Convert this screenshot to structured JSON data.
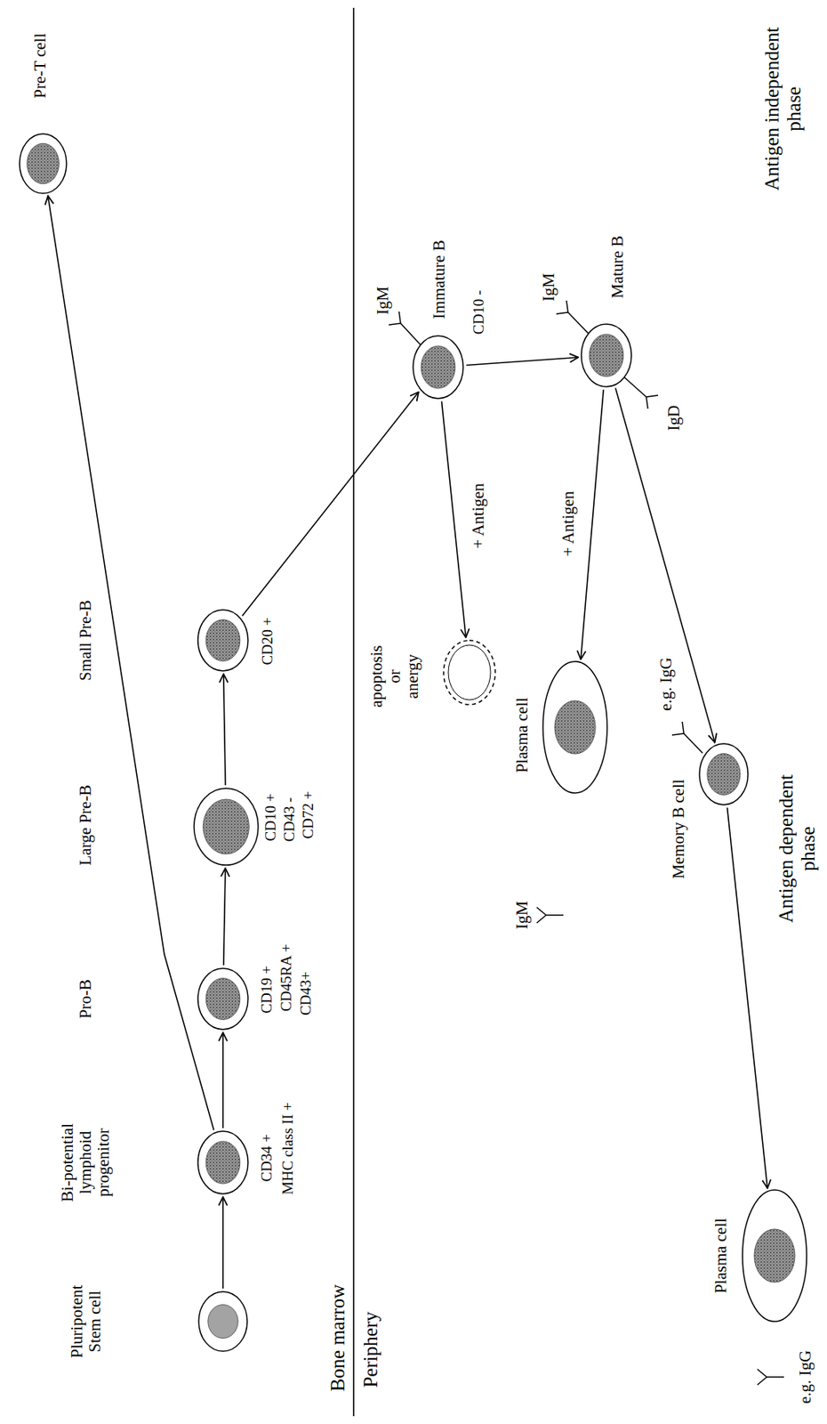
{
  "diagram": {
    "nodes": [
      {
        "text": [
          "Pluripotent Stem cell"
        ]
      },
      {
        "text": [
          "Bi-potential lymphoid progenitor",
          "CD34 +",
          "MHC class II +"
        ]
      },
      {
        "text": [
          "Pre-T cell"
        ]
      },
      {
        "text": [
          "Pro-B",
          "CD19 +",
          "CD45RA +",
          "CD43+"
        ]
      },
      {
        "text": [
          "Large Pre-B",
          "CD10 +",
          "CD43 -",
          "CD72 +"
        ]
      },
      {
        "text": [
          "Small Pre-B",
          "CD20 +"
        ]
      },
      {
        "text": [
          "Immature B",
          "CD10 -"
        ]
      },
      {
        "text": [
          "Mature B"
        ]
      },
      {
        "text": [
          "apoptosis or anergy"
        ]
      },
      {
        "text": [
          "Plasma cell"
        ]
      },
      {
        "text": [
          "Memory B cell"
        ]
      },
      {
        "text": [
          "Plasma cell"
        ]
      }
    ],
    "edges": [
      {
        "from": 0,
        "to": 1,
        "arrow": "to"
      },
      {
        "from": 1,
        "to": 2,
        "arrow": "to"
      },
      {
        "from": 1,
        "to": 3,
        "arrow": "to"
      },
      {
        "from": 3,
        "to": 4,
        "arrow": "to"
      },
      {
        "from": 4,
        "to": 5,
        "arrow": "to"
      },
      {
        "from": 5,
        "to": 6,
        "arrow": "to"
      },
      {
        "from": 6,
        "to": 7,
        "arrow": "to"
      },
      {
        "from": 6,
        "to": 8,
        "label": "+ Antigen",
        "arrow": "to"
      },
      {
        "from": 7,
        "to": 9,
        "label": "+ Antigen",
        "arrow": "to"
      },
      {
        "from": 7,
        "to": 10,
        "arrow": "to"
      },
      {
        "from": 10,
        "to": 11,
        "arrow": "to"
      }
    ],
    "labels": [
      "Antigen independent phase",
      "Bone marrow",
      "Periphery",
      "IgM",
      "IgM",
      "IgD",
      "IgM",
      "e.g. IgG",
      "e.g. IgG",
      "Antigen dependent phase"
    ]
  }
}
